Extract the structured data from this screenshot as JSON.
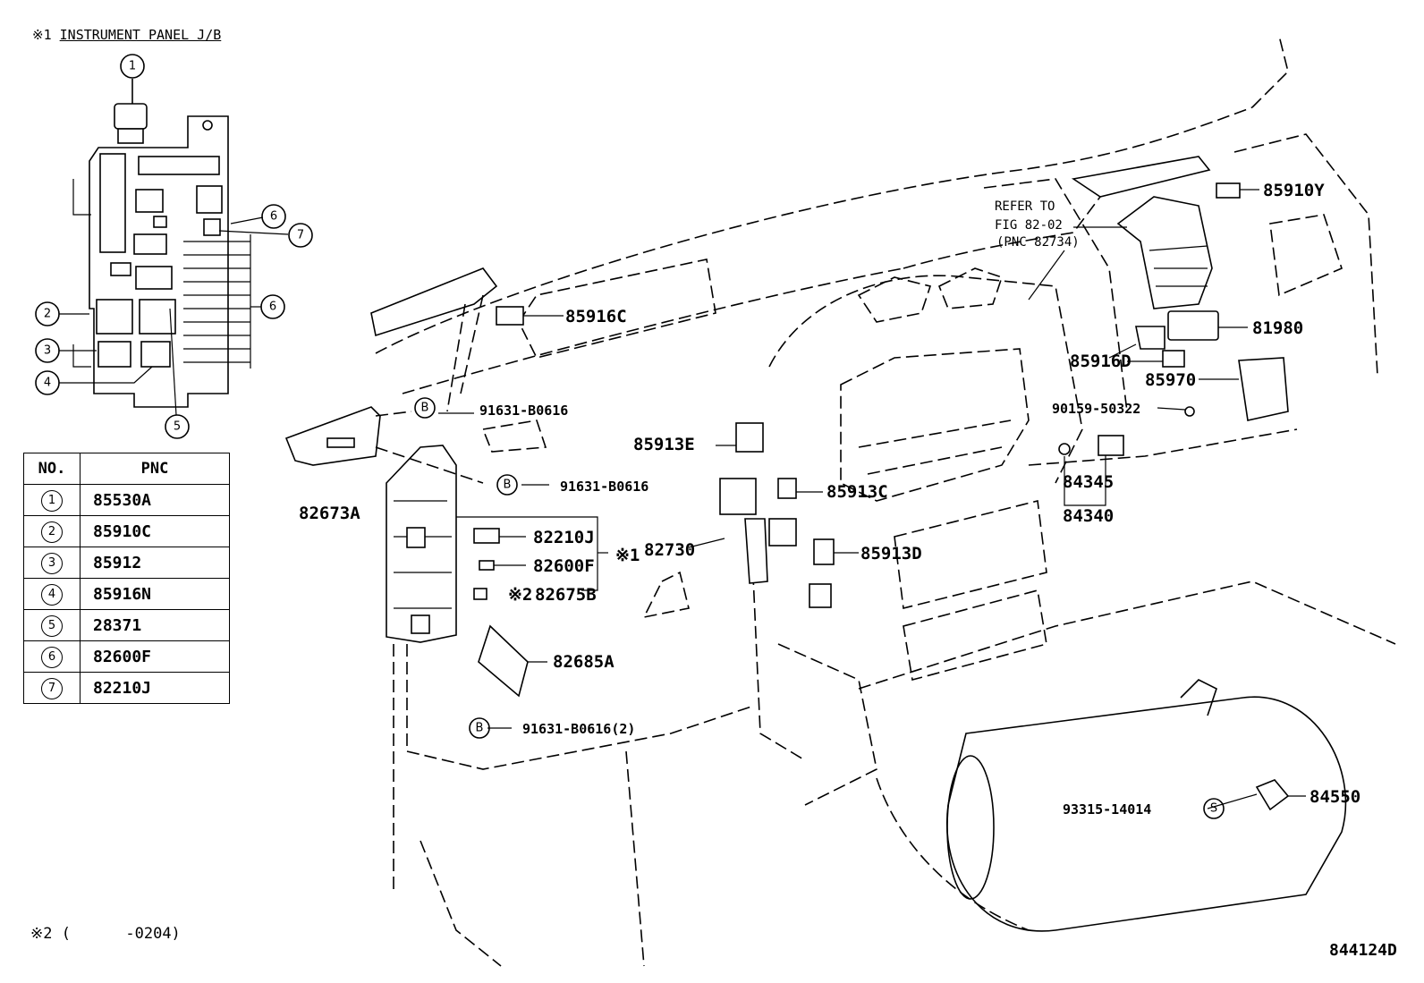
{
  "legend_title": {
    "mark": "※1",
    "text": "INSTRUMENT PANEL J/B"
  },
  "table": {
    "headers": [
      "NO.",
      "PNC"
    ],
    "rows": [
      {
        "no": "1",
        "pnc": "85530A"
      },
      {
        "no": "2",
        "pnc": "85910C"
      },
      {
        "no": "3",
        "pnc": "85912"
      },
      {
        "no": "4",
        "pnc": "85916N"
      },
      {
        "no": "5",
        "pnc": "28371"
      },
      {
        "no": "6",
        "pnc": "82600F"
      },
      {
        "no": "7",
        "pnc": "82210J"
      }
    ]
  },
  "jb_callouts": [
    "1",
    "6",
    "7",
    "2",
    "6",
    "3",
    "4",
    "5"
  ],
  "labels": {
    "p85916C": "85916C",
    "p91631_1": "91631-B0616",
    "p91631_2": "91631-B0616",
    "p91631_3": "91631-B0616(2)",
    "p82673A": "82673A",
    "p82210J": "82210J",
    "p82600F": "82600F",
    "p82675B": "82675B",
    "mark1": "※1",
    "mark2": "※2",
    "p82730": "82730",
    "p82685A": "82685A",
    "p85913E": "85913E",
    "p85913C": "85913C",
    "p85913D": "85913D",
    "refer1": "REFER TO",
    "refer2": "FIG 82-02",
    "refer3": "(PNC 82734)",
    "p85910Y": "85910Y",
    "p81980": "81980",
    "p85916D": "85916D",
    "p85970": "85970",
    "p90159": "90159-50322",
    "p84345": "84345",
    "p84340": "84340",
    "p93315": "93315-14014",
    "p84550": "84550",
    "b": "B",
    "s": "S"
  },
  "footnote": {
    "mark": "※2",
    "text": "(      -0204)"
  },
  "figure_code": "844124D"
}
